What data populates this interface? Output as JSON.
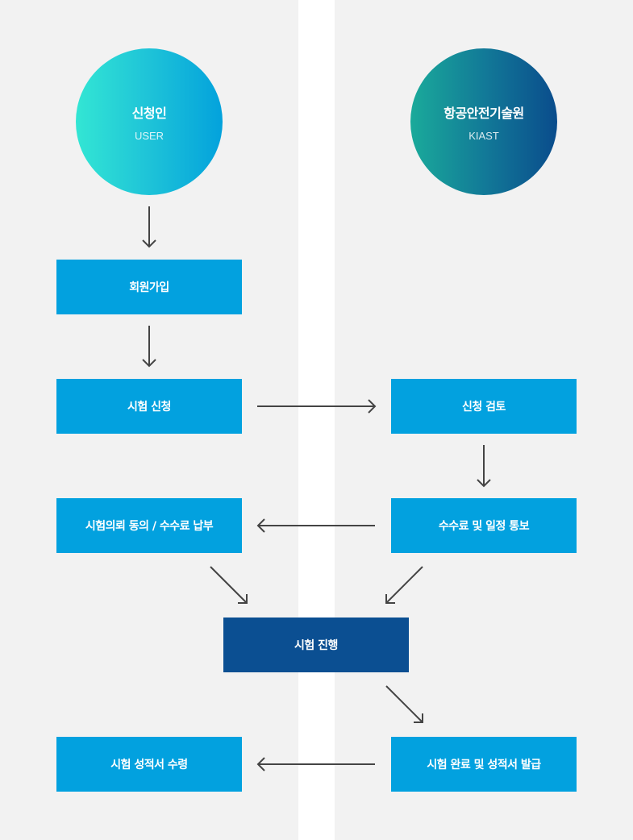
{
  "colors": {
    "background": "#f2f2f2",
    "divider": "#ffffff",
    "box": "#02a1df",
    "box_highlight": "#0b4f92",
    "arrow": "#444444"
  },
  "actors": {
    "user": {
      "title": "신청인",
      "subtitle": "USER"
    },
    "kiast": {
      "title": "항공안전기술원",
      "subtitle": "KIAST"
    }
  },
  "steps": {
    "signup": "회원가입",
    "apply": "시험 신청",
    "review": "신청 검토",
    "notify": "수수료 및 일정 통보",
    "consent": "시험의뢰 동의 / 수수료 납부",
    "progress": "시험 진행",
    "issue": "시험 완료 및 성적서 발급",
    "receive": "시험 성적서 수령"
  },
  "arrows": [
    {
      "from": "user",
      "to": "signup",
      "direction": "down"
    },
    {
      "from": "signup",
      "to": "apply",
      "direction": "down"
    },
    {
      "from": "apply",
      "to": "review",
      "direction": "right"
    },
    {
      "from": "review",
      "to": "notify",
      "direction": "down"
    },
    {
      "from": "notify",
      "to": "consent",
      "direction": "left"
    },
    {
      "from": "consent",
      "to": "progress",
      "direction": "down-right"
    },
    {
      "from": "notify",
      "to": "progress",
      "direction": "down-left"
    },
    {
      "from": "progress",
      "to": "issue",
      "direction": "down-right"
    },
    {
      "from": "issue",
      "to": "receive",
      "direction": "left"
    }
  ]
}
